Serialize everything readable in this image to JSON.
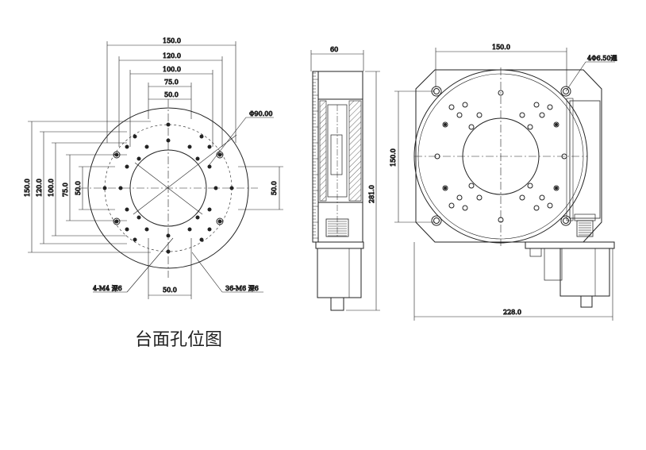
{
  "caption": "台面孔位图",
  "front_view": {
    "top_dims": [
      "150.0",
      "120.0",
      "100.0",
      "75.0",
      "50.0"
    ],
    "left_dims": [
      "150.0",
      "120.0",
      "100.0",
      "75.0",
      "50.0"
    ],
    "right_dim": "50.0",
    "bottom_dim": "50.0",
    "diameter_label": "Φ90.00",
    "hole_label_left": "4-M4  深6",
    "hole_label_right": "36-M6  深6"
  },
  "side_view": {
    "width_dim": "60",
    "height_dim": "281.0"
  },
  "top_view": {
    "top_dim": "150.0",
    "hole_label": "4Φ6.50通",
    "left_dim": "150.0",
    "bottom_dim": "228.0"
  }
}
